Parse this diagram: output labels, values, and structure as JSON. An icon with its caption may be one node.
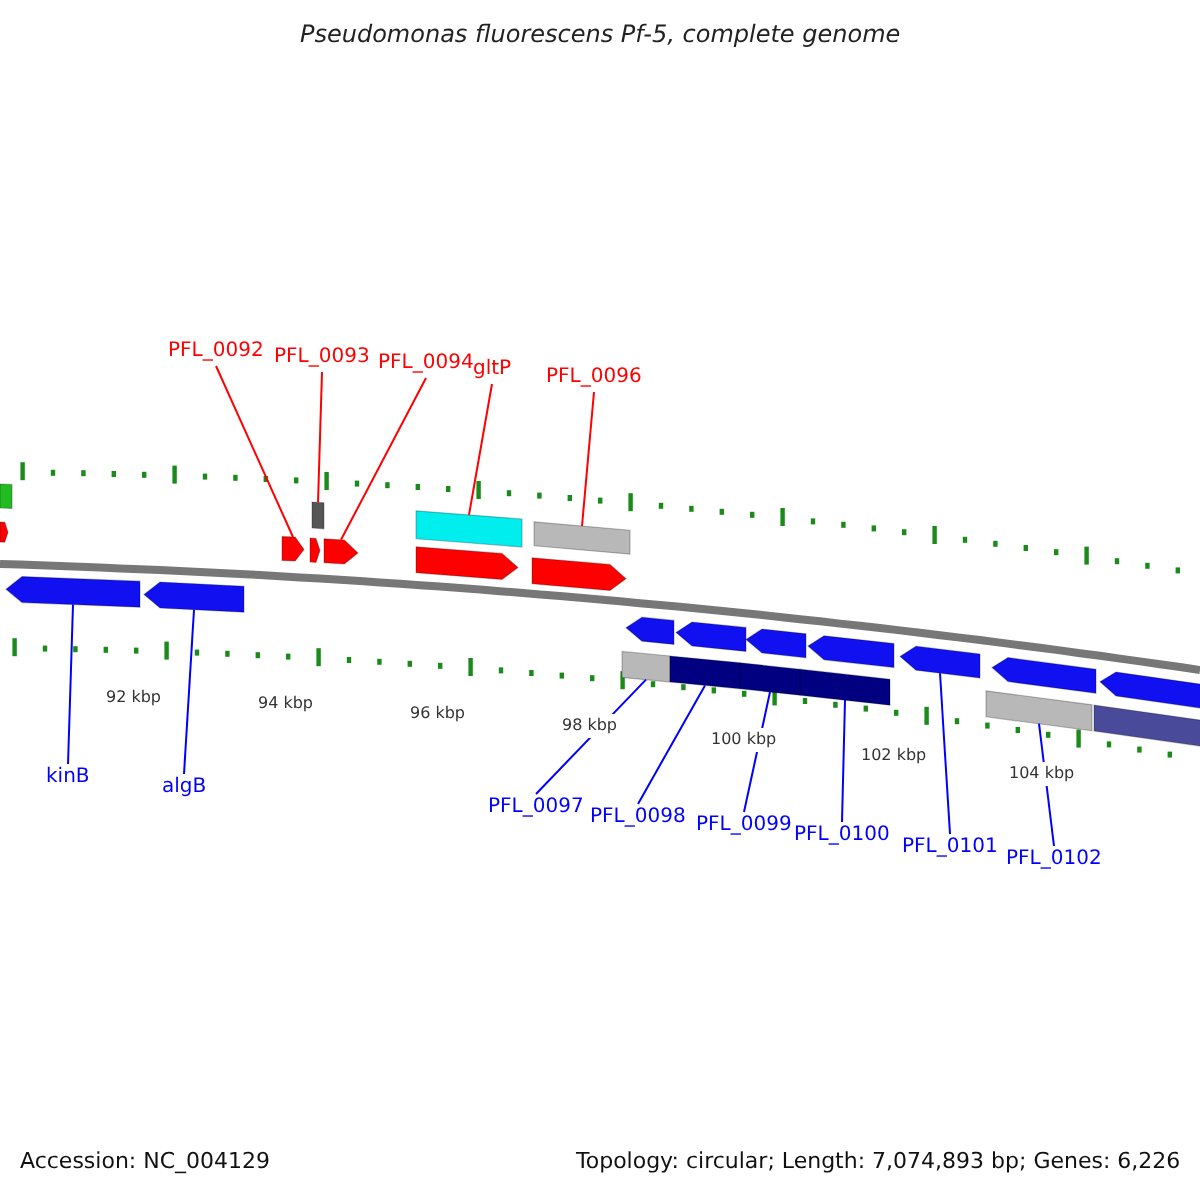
{
  "diagram": {
    "title": "Pseudomonas fluorescens Pf-5, complete genome",
    "nodes": [
      {
        "text": [
          "PFL_0092"
        ]
      },
      {
        "text": [
          "PFL_0093"
        ]
      },
      {
        "text": [
          "PFL_0094"
        ]
      },
      {
        "text": [
          "gltP"
        ]
      },
      {
        "text": [
          "PFL_0096"
        ]
      },
      {
        "text": [
          "kinB"
        ]
      },
      {
        "text": [
          "algB"
        ]
      },
      {
        "text": [
          "PFL_0097"
        ]
      },
      {
        "text": [
          "PFL_0098"
        ]
      },
      {
        "text": [
          "PFL_0099"
        ]
      },
      {
        "text": [
          "PFL_0100"
        ]
      },
      {
        "text": [
          "PFL_0101"
        ]
      },
      {
        "text": [
          "PFL_0102"
        ]
      },
      {
        "text": [],
        "shape": "box"
      },
      {
        "text": [],
        "shape": "arrow"
      },
      {
        "text": [],
        "shape": "arrow"
      },
      {
        "text": [],
        "shape": "box"
      },
      {
        "text": [],
        "shape": "arrow"
      },
      {
        "text": [],
        "shape": "arrow"
      },
      {
        "text": [],
        "shape": "box"
      },
      {
        "text": [],
        "shape": "arrow"
      },
      {
        "text": [],
        "shape": "box"
      },
      {
        "text": [],
        "shape": "arrow"
      },
      {
        "text": [],
        "shape": "arrow"
      },
      {
        "text": [],
        "shape": "arrow"
      },
      {
        "text": [],
        "shape": "arrow"
      },
      {
        "text": [],
        "shape": "arrow"
      },
      {
        "text": [],
        "shape": "arrow"
      },
      {
        "text": [],
        "shape": "arrow"
      },
      {
        "text": [],
        "shape": "arrow"
      },
      {
        "text": [],
        "shape": "arrow"
      },
      {
        "text": [],
        "shape": "arrow"
      },
      {
        "text": [],
        "shape": "box"
      },
      {
        "text": [],
        "shape": "box"
      },
      {
        "text": [],
        "shape": "box"
      },
      {
        "text": [],
        "shape": "box"
      },
      {
        "text": [],
        "shape": "box"
      },
      {
        "text": [],
        "shape": "box"
      }
    ],
    "edges": [
      {
        "from": 0,
        "to": 15,
        "arrow": "none",
        "color": "#ff0000"
      },
      {
        "from": 1,
        "to": 16,
        "arrow": "none",
        "color": "#ff0000"
      },
      {
        "from": 2,
        "to": 18,
        "arrow": "none",
        "color": "#ff0000"
      },
      {
        "from": 3,
        "to": 19,
        "arrow": "none",
        "color": "#ff0000"
      },
      {
        "from": 4,
        "to": 21,
        "arrow": "none",
        "color": "#ff0000"
      },
      {
        "from": 5,
        "to": 23,
        "arrow": "none"
      },
      {
        "from": 6,
        "to": 24,
        "arrow": "none"
      },
      {
        "from": 7,
        "to": 32,
        "arrow": "none"
      },
      {
        "from": 8,
        "to": 33,
        "arrow": "none"
      },
      {
        "from": 9,
        "to": 34,
        "arrow": "none"
      },
      {
        "from": 10,
        "to": 35,
        "arrow": "none"
      },
      {
        "from": 11,
        "to": 29,
        "arrow": "none"
      },
      {
        "from": 12,
        "to": 36,
        "arrow": "none"
      }
    ],
    "labels": [
      "92 kbp",
      "94 kbp",
      "96 kbp",
      "98 kbp",
      "100 kbp",
      "102 kbp",
      "104 kbp",
      "Accession: NC_004129",
      "Topology: circular; Length: 7,074,893 bp; Genes: 6,226"
    ]
  }
}
